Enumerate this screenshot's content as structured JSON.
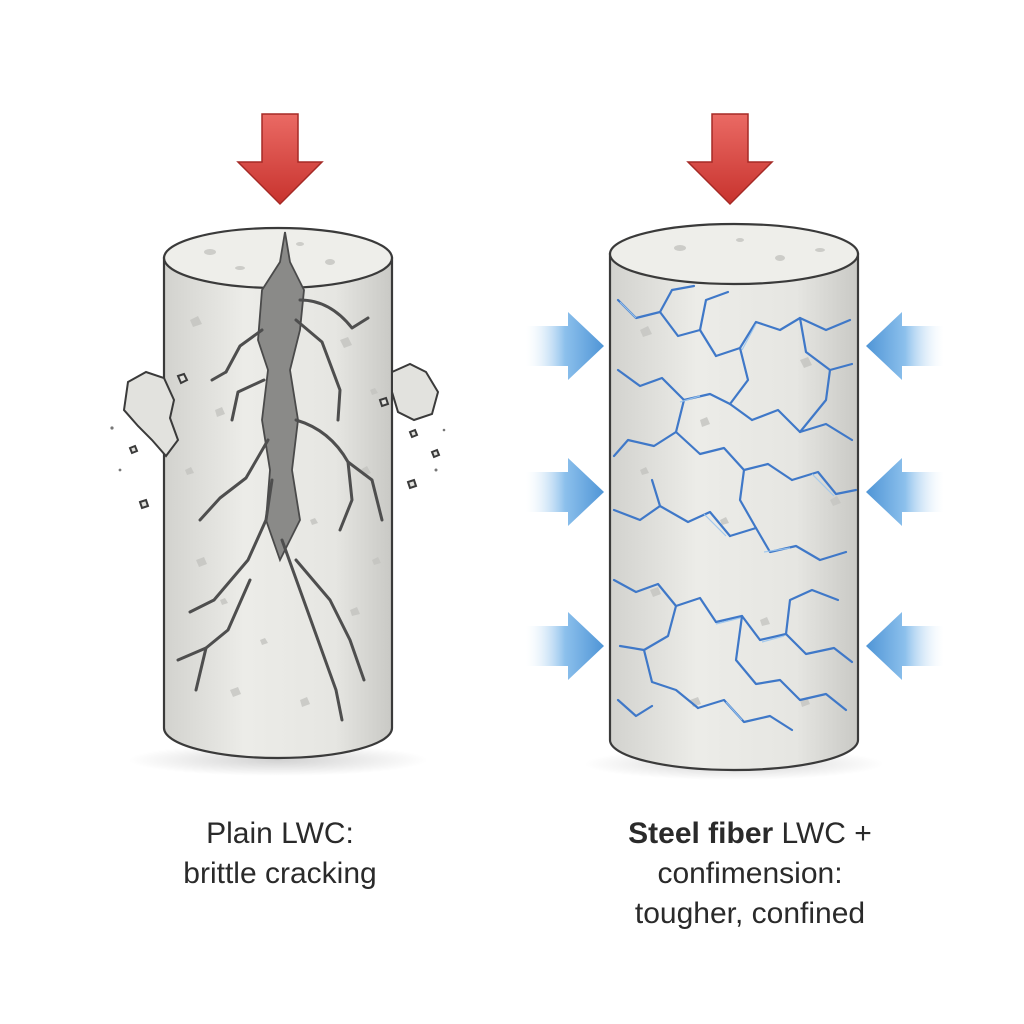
{
  "left_panel": {
    "caption_line1": "Plain LWC:",
    "caption_line2": "brittle cracking"
  },
  "right_panel": {
    "caption_line1_bold": "Steel fiber",
    "caption_line1_rest": " LWC +",
    "caption_line2": "confimension:",
    "caption_line3": "tougher, confined"
  },
  "colors": {
    "load_arrow": "#d9443f",
    "confinement_arrow": "#5aa0dc",
    "fiber_crack": "#3f78c8",
    "brittle_crack": "#6e6e6e",
    "concrete": "#e4e4e0"
  }
}
